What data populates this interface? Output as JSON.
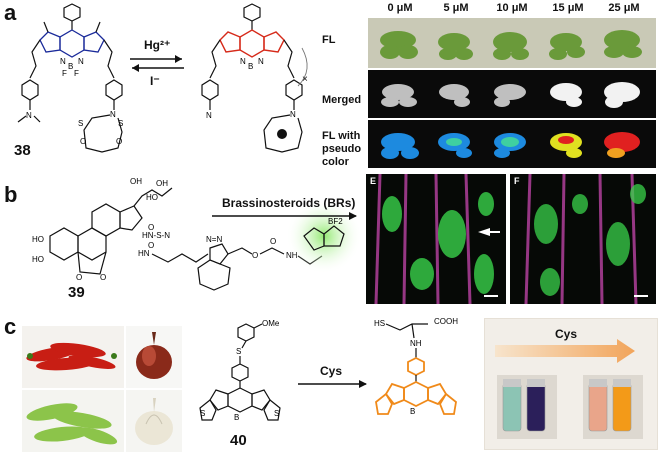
{
  "panel_a": {
    "letter": "a",
    "compound": "38",
    "reagent_forward": "Hg²⁺",
    "reagent_reverse": "I⁻",
    "row_labels": [
      "FL",
      "Merged",
      "FL with pseudo color"
    ],
    "concentrations": [
      "0 μM",
      "5 μM",
      "10 μM",
      "15 μM",
      "25 μM"
    ]
  },
  "panel_b": {
    "letter": "b",
    "compound": "39",
    "reaction_label": "Brassinosteroids  (BRs)",
    "micrograph_labels": [
      "E",
      "F"
    ]
  },
  "panel_c": {
    "letter": "c",
    "compound": "40",
    "reaction_label": "Cys",
    "vial_label": "Cys",
    "substituent": "OMe",
    "product_group": "COOH"
  },
  "colors": {
    "bodipy_blue": "#1a2a9a",
    "bodipy_red": "#d62a1a",
    "bodipy_orange": "#f08a1a",
    "micro_green": "#39d24a",
    "micro_magenta": "#b0409a"
  },
  "icons": [
    "arrow-icon",
    "vial-icon",
    "plant-icon"
  ]
}
